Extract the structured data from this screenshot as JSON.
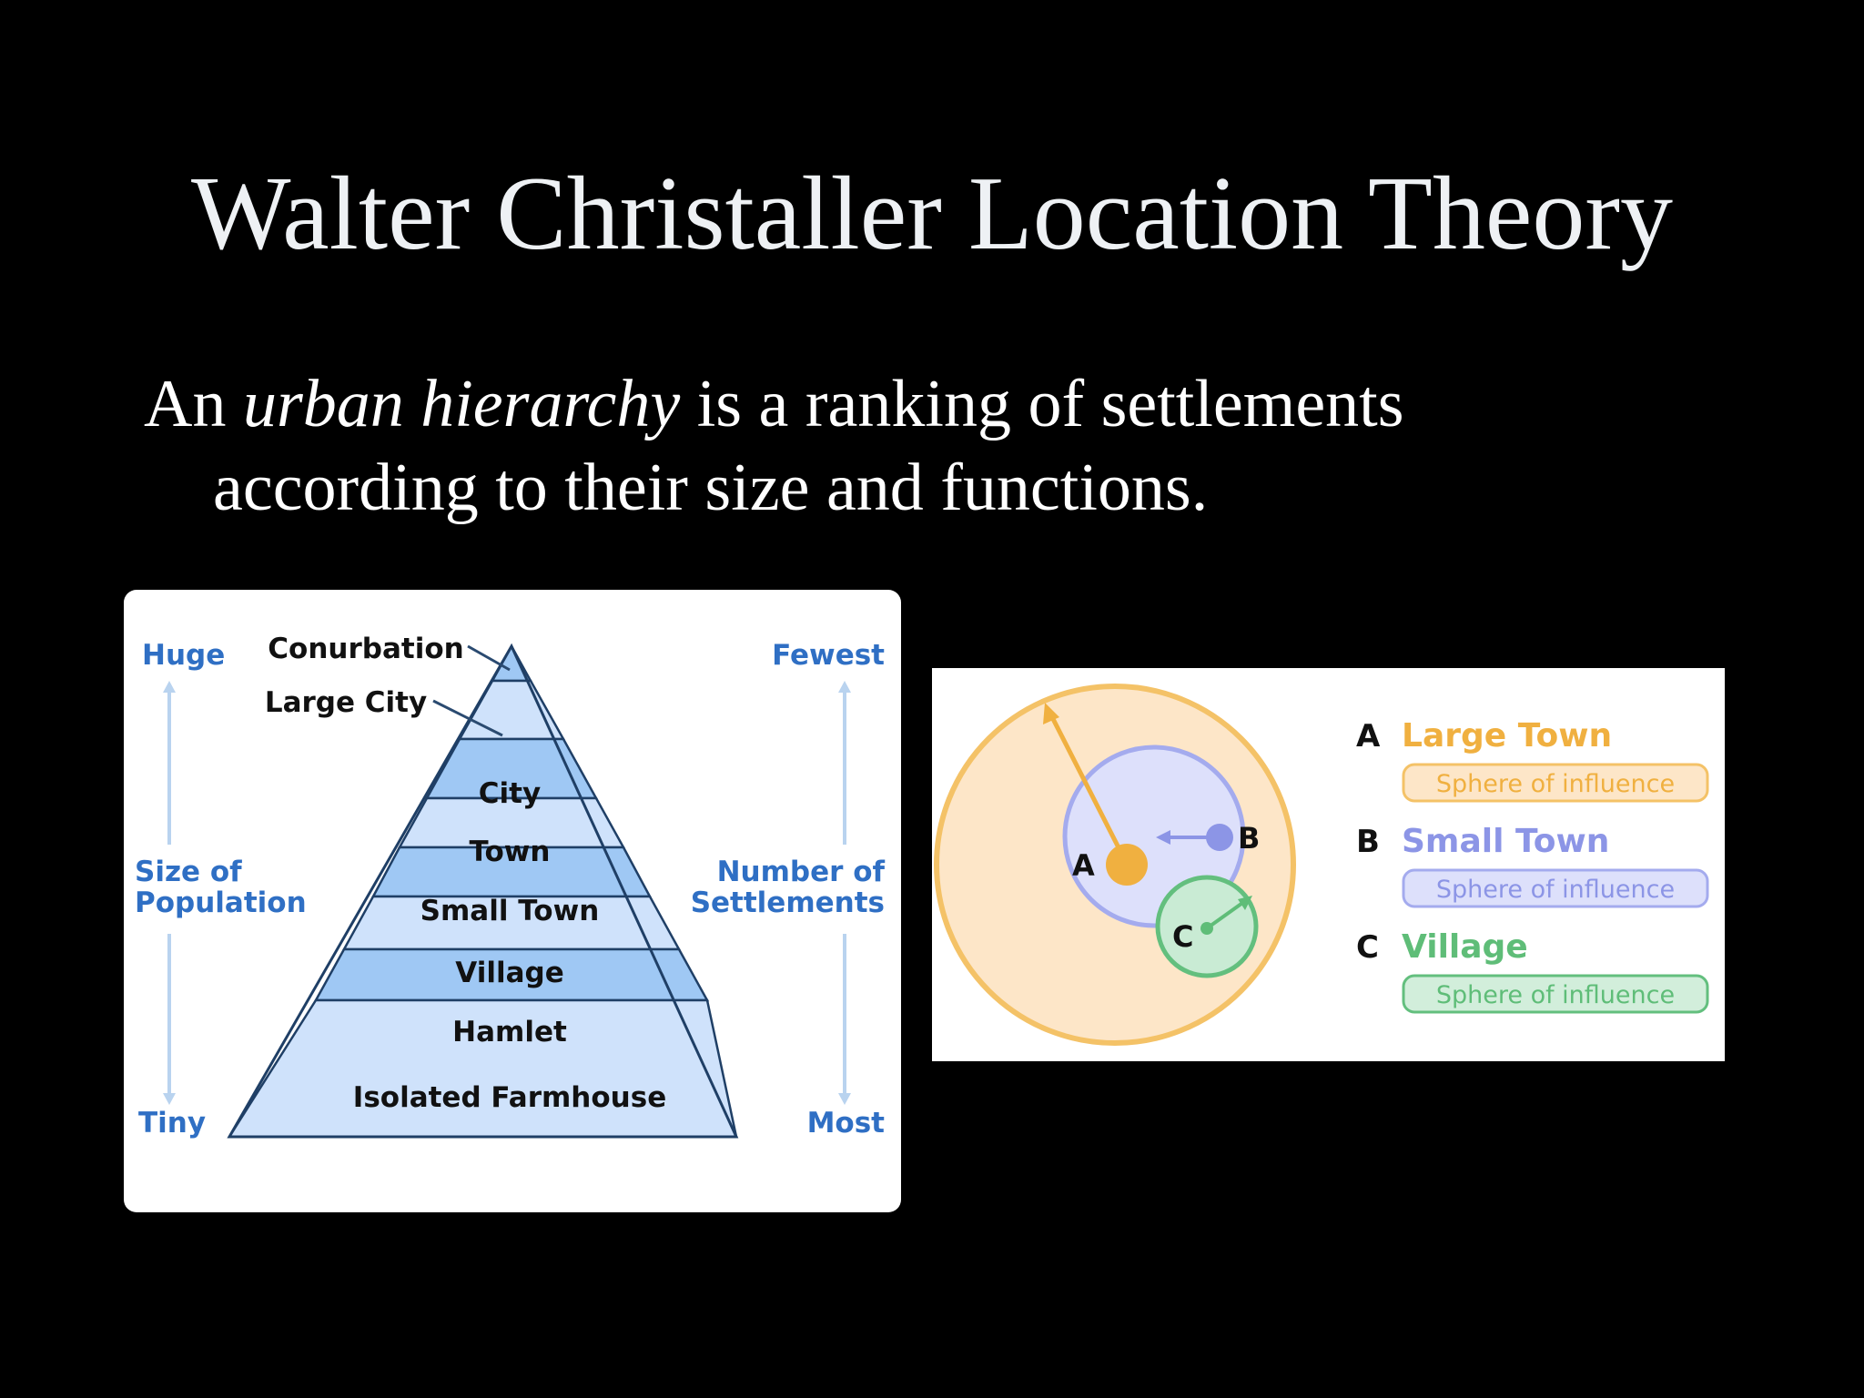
{
  "slide": {
    "title": "Walter Christaller Location Theory",
    "body": {
      "prefix": "An ",
      "emphasis": "urban hierarchy",
      "rest_line1": " is a ranking of settlements",
      "line2": "according to their size and functions."
    }
  },
  "pyramid": {
    "levels": [
      "Conurbation",
      "Large City",
      "City",
      "Town",
      "Small Town",
      "Village",
      "Hamlet",
      "Isolated Farmhouse"
    ],
    "left_axis": {
      "top": "Huge",
      "middle_line1": "Size of",
      "middle_line2": "Population",
      "bottom": "Tiny"
    },
    "right_axis": {
      "top": "Fewest",
      "middle_line1": "Number of",
      "middle_line2": "Settlements",
      "bottom": "Most"
    }
  },
  "spheres": {
    "legend": [
      {
        "letter": "A",
        "name": "Large Town",
        "sphere": "Sphere of influence",
        "color": "#f0b040",
        "fill": "#fde6c8"
      },
      {
        "letter": "B",
        "name": "Small Town",
        "sphere": "Sphere of influence",
        "color": "#8c95e6",
        "fill": "#dde0fb"
      },
      {
        "letter": "C",
        "name": "Village",
        "sphere": "Sphere of influence",
        "color": "#5fbd78",
        "fill": "#d2eedb"
      }
    ]
  },
  "colors": {
    "background": "#000000",
    "title_text": "#eef1f4",
    "axis_blue": "#2f6fc4",
    "band_dark": "#9fc8f4",
    "band_light": "#cfe2fb"
  }
}
